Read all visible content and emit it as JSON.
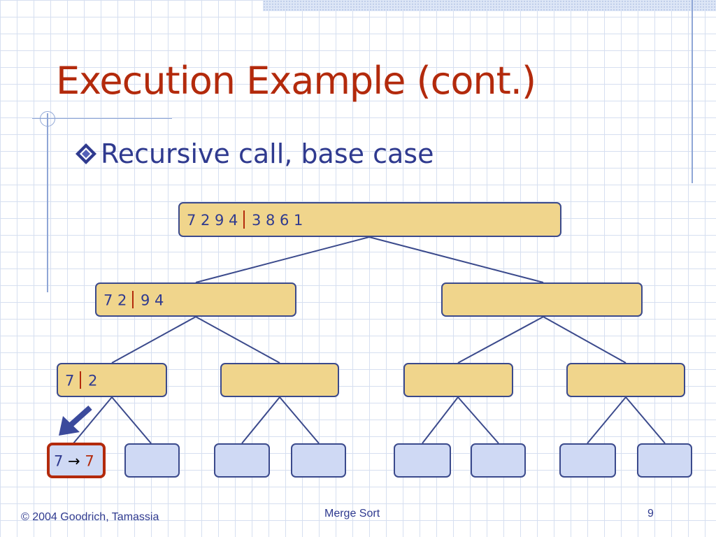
{
  "slide": {
    "title": "Execution Example (cont.)",
    "bullet": "Recursive call, base case"
  },
  "footer": {
    "copyright": "© 2004 Goodrich, Tamassia",
    "topic": "Merge Sort",
    "page_number": "9"
  },
  "tree": {
    "root": {
      "left": [
        "7",
        "2",
        "9",
        "4"
      ],
      "right": [
        "3",
        "8",
        "6",
        "1"
      ]
    },
    "level1": [
      {
        "left": [
          "7",
          "2"
        ],
        "right": [
          "9",
          "4"
        ]
      },
      {
        "left": [],
        "right": []
      }
    ],
    "level2": [
      {
        "left": [
          "7"
        ],
        "right": [
          "2"
        ]
      },
      {
        "left": [],
        "right": []
      },
      {
        "left": [],
        "right": []
      },
      {
        "left": [],
        "right": []
      }
    ],
    "leaves": [
      {
        "input": "7",
        "output": "7",
        "highlighted": true
      },
      {
        "input": "",
        "output": ""
      },
      {
        "input": "",
        "output": ""
      },
      {
        "input": "",
        "output": ""
      },
      {
        "input": "",
        "output": ""
      },
      {
        "input": "",
        "output": ""
      },
      {
        "input": "",
        "output": ""
      },
      {
        "input": "",
        "output": ""
      }
    ],
    "arrow_symbol": "→"
  },
  "colors": {
    "title": "#b32a0c",
    "text": "#2f3a8f",
    "node_fill": "#f0d58c",
    "leaf_fill": "#cfd9f4",
    "node_stroke": "#3b4a8c",
    "divider": "#b32a0c",
    "highlight": "#b32a0c",
    "result": "#b32a0c",
    "pointer_arrow": "#3b4a9c"
  }
}
